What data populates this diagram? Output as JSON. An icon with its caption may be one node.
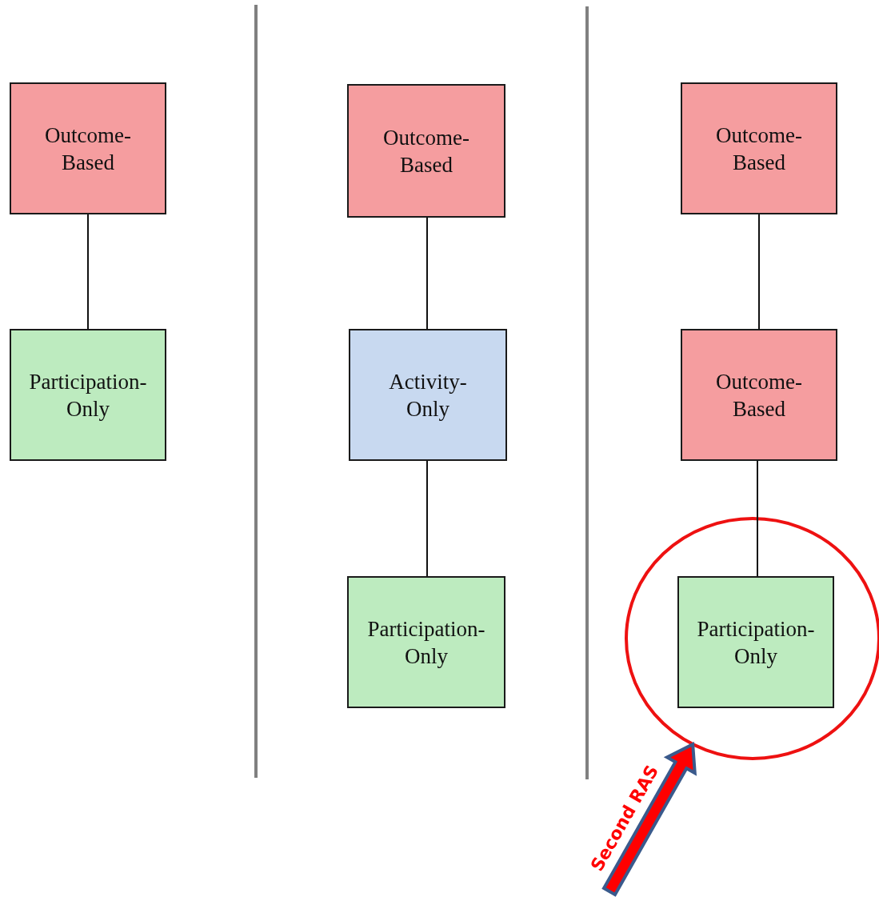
{
  "diagram": {
    "nodes": [
      {
        "text": [
          "Outcome-Based"
        ]
      },
      {
        "text": [
          "Participation-Only"
        ]
      },
      {
        "text": [
          "Outcome-Based"
        ]
      },
      {
        "text": [
          "Activity-Only"
        ]
      },
      {
        "text": [
          "Participation-Only"
        ]
      },
      {
        "text": [
          "Outcome-Based"
        ]
      },
      {
        "text": [
          "Outcome-Based"
        ]
      },
      {
        "text": [],
        "shape": "circle"
      },
      {
        "text": [
          "Participation-Only"
        ],
        "in": 7
      }
    ],
    "edges": [
      {
        "from": 0,
        "to": 1,
        "arrow": "none"
      },
      {
        "from": 2,
        "to": 3,
        "arrow": "none"
      },
      {
        "from": 3,
        "to": 4,
        "arrow": "none"
      },
      {
        "from": 5,
        "to": 6,
        "arrow": "none"
      },
      {
        "from": 6,
        "to": 8,
        "arrow": "none"
      },
      {
        "from": null,
        "to": 7,
        "arrow": "to",
        "style": "thick",
        "color": "#ff0000",
        "label": "Second RAS"
      }
    ]
  }
}
